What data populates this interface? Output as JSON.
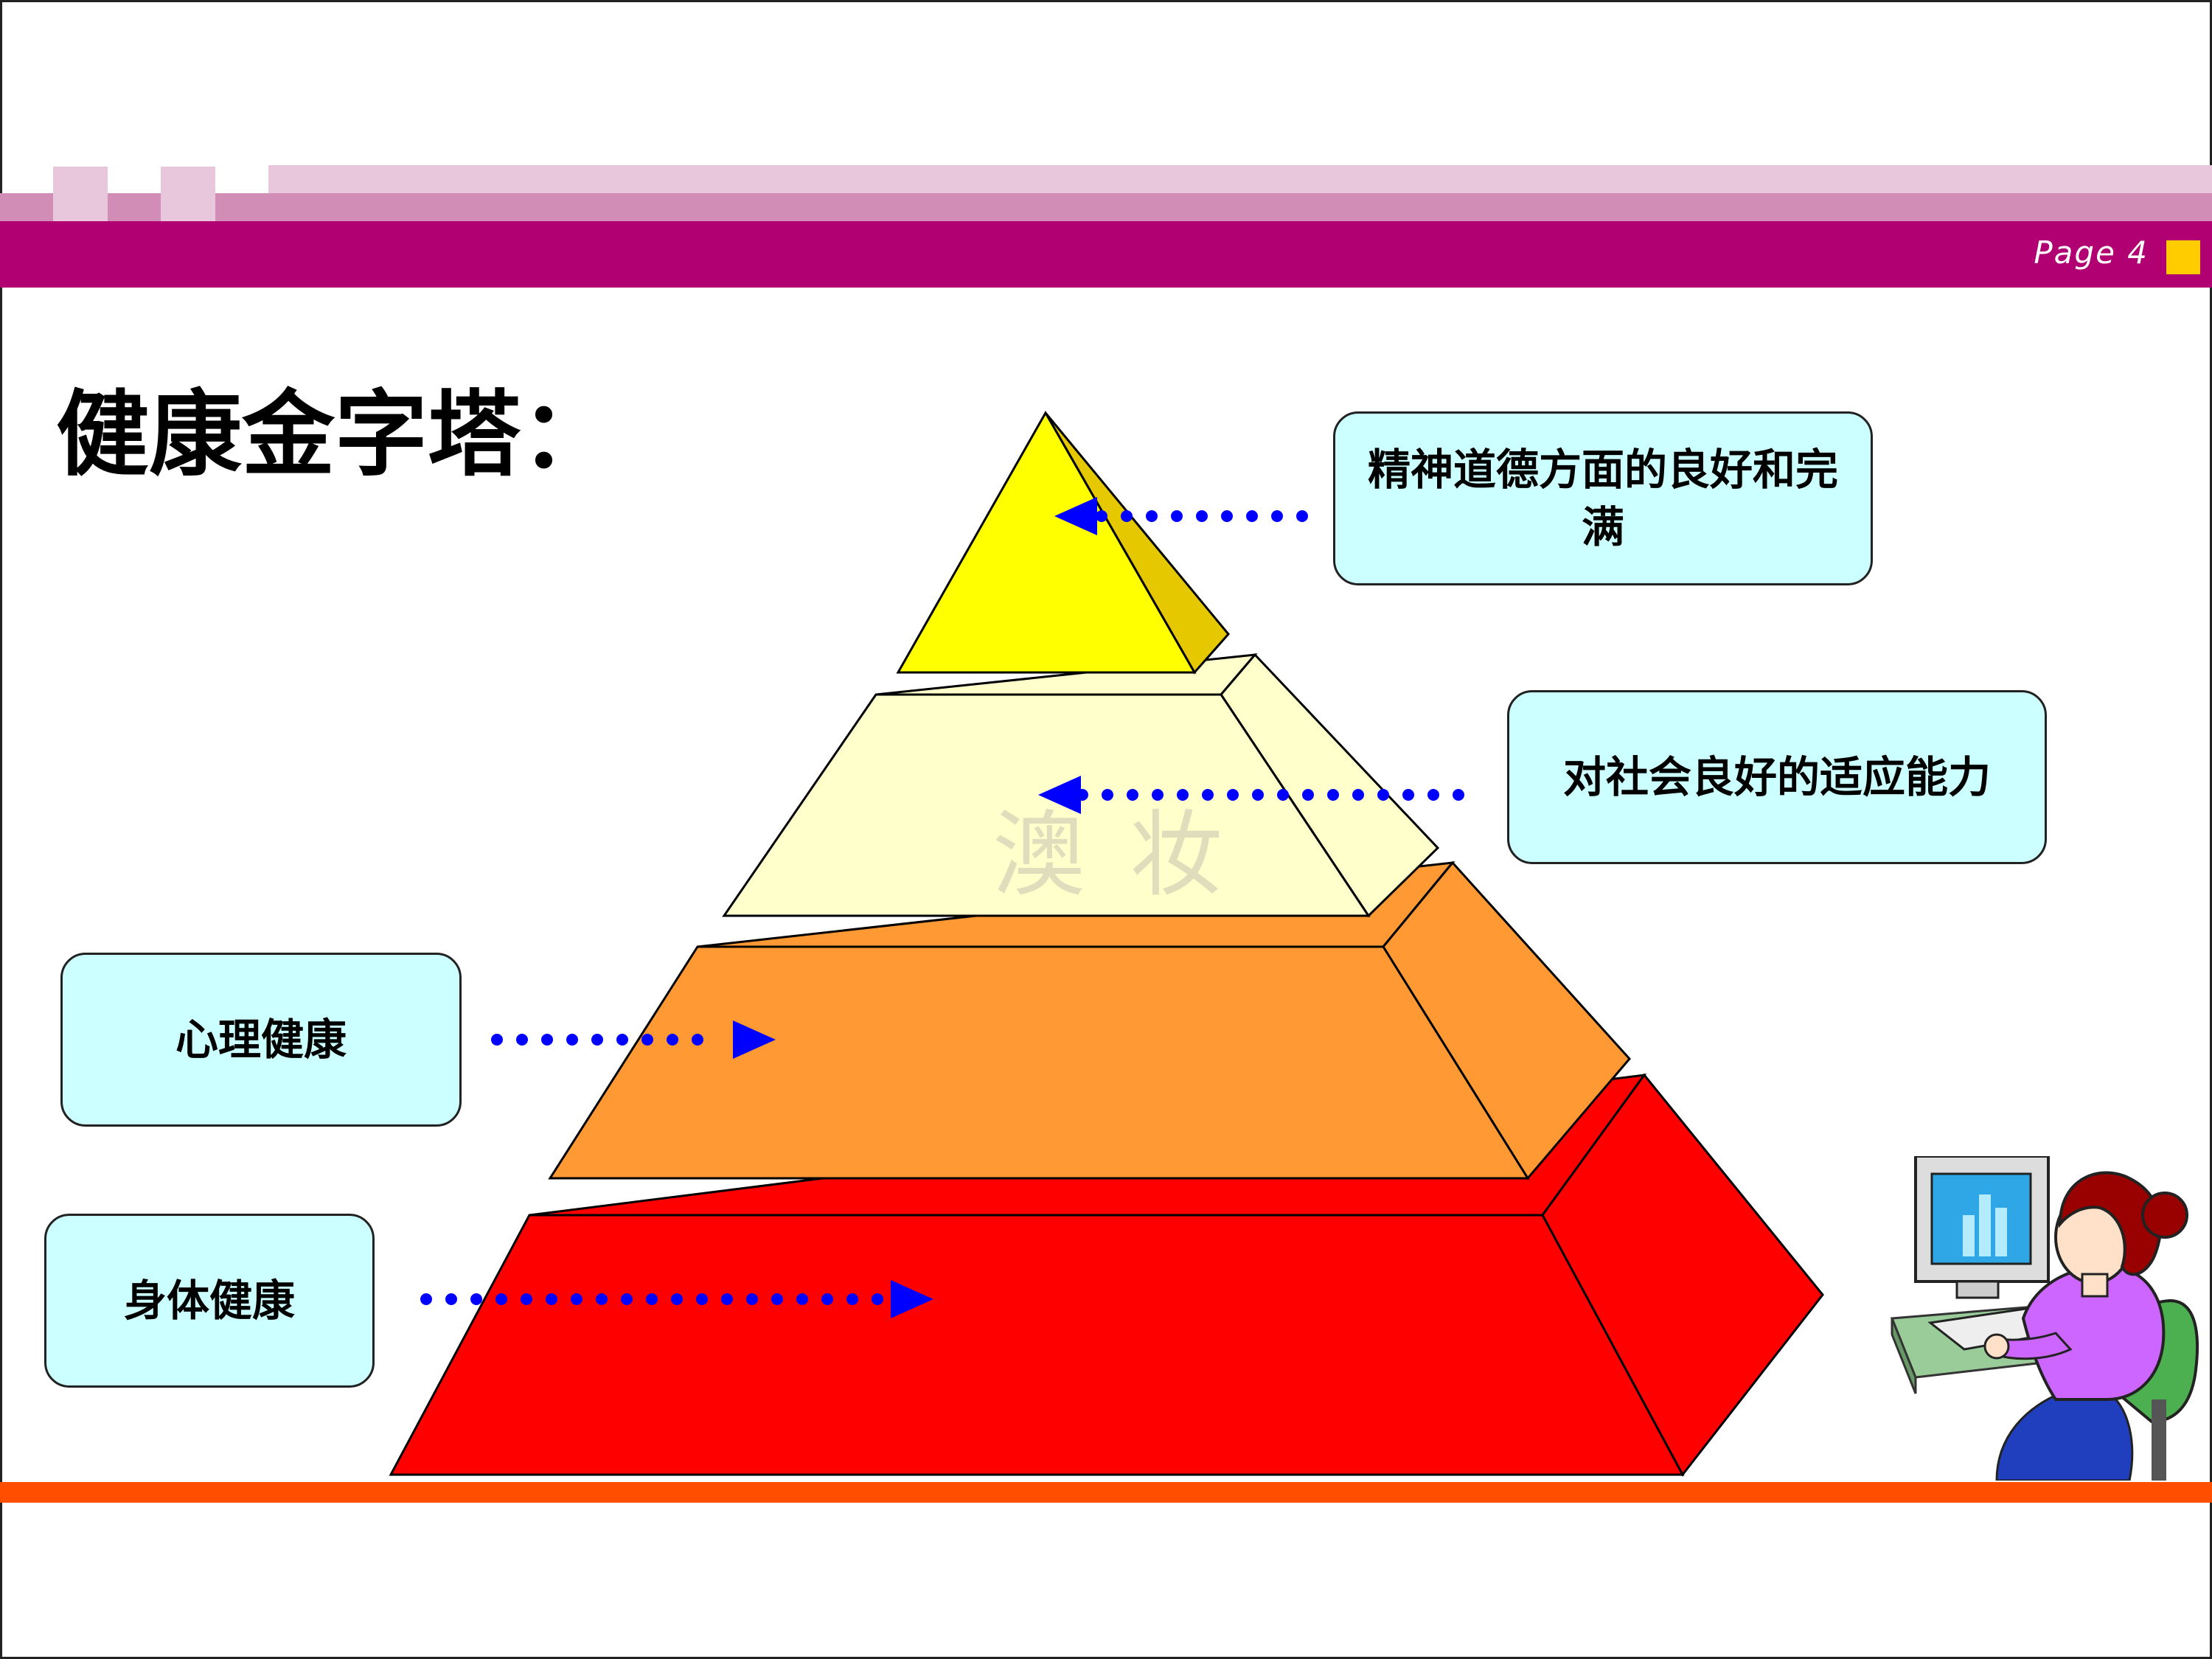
{
  "header": {
    "page_label": "Page 4",
    "colors": {
      "band_dark": "#b10072",
      "band_mid": "#d28db7",
      "band_light": "#e8c6dc",
      "page_marker": "#ffcc00"
    }
  },
  "title": "健康金字塔：",
  "pyramid": {
    "levels": [
      {
        "name": "top",
        "color": "#ffff00",
        "label": "精神道德方面的良好和完满"
      },
      {
        "name": "second",
        "color": "#ffffcc",
        "label": "对社会良好的适应能力"
      },
      {
        "name": "third",
        "color": "#ff9933",
        "label": "心理健康"
      },
      {
        "name": "base",
        "color": "#ff0000",
        "label": "身体健康"
      }
    ],
    "arrow_color": "#0000ff",
    "label_box_color": "#ccffff"
  },
  "watermark": "澳妆",
  "footer": {
    "bar_color": "#ff4e00"
  },
  "clipart": {
    "icon": "woman-at-computer-icon"
  }
}
